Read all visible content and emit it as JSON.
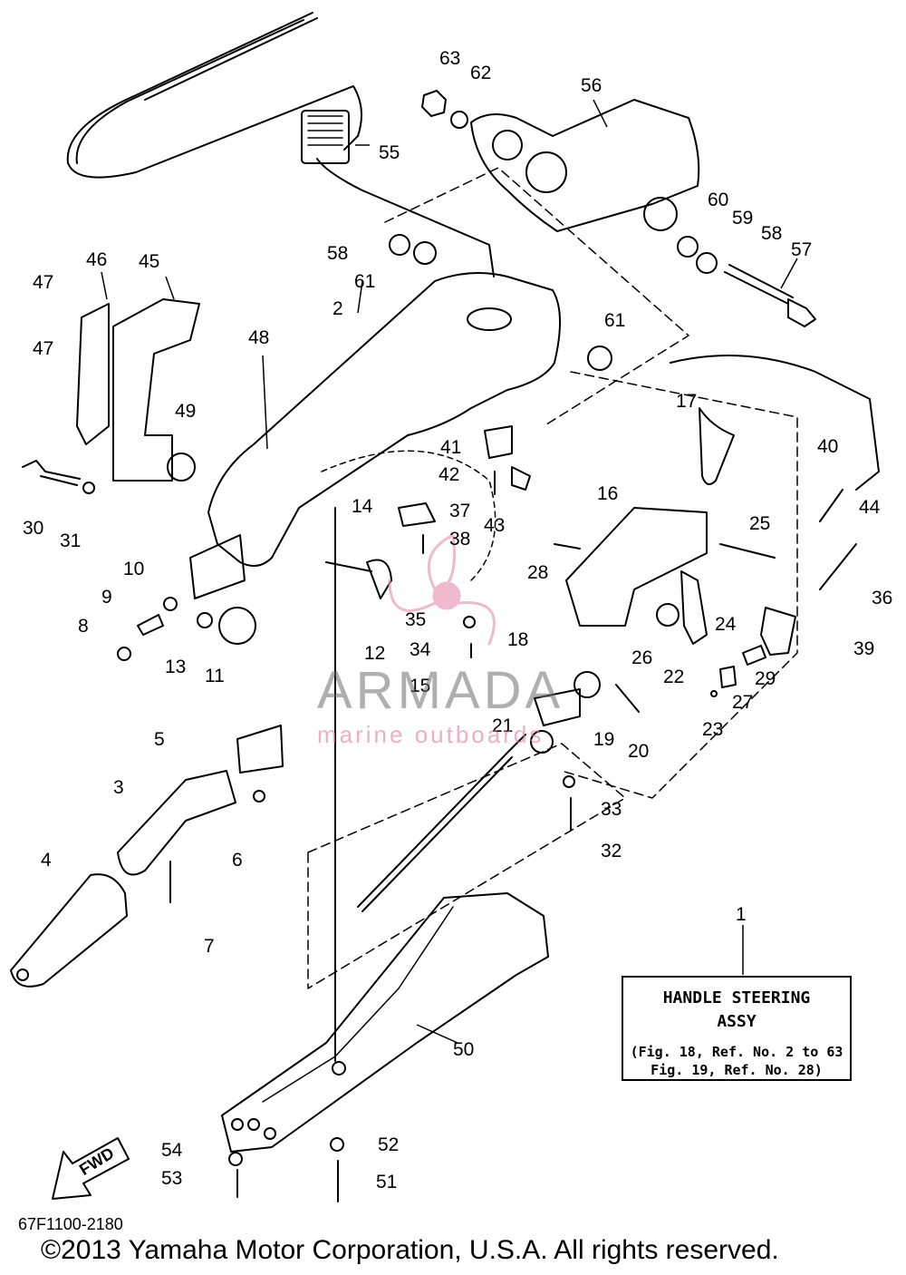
{
  "part_code": "67F1100-2180",
  "copyright": "©2013 Yamaha Motor Corporation, U.S.A. All rights reserved.",
  "watermark": {
    "brand": "ARMADA",
    "tagline": "marine outboards"
  },
  "direction_label": "FWD",
  "info_box": {
    "ref": "1",
    "title": "HANDLE STEERING\nASSY",
    "note": "(Fig. 18, Ref. No. 2 to 63\nFig. 19, Ref. No. 28)"
  },
  "callouts": [
    "1",
    "2",
    "3",
    "4",
    "5",
    "6",
    "7",
    "8",
    "9",
    "10",
    "11",
    "12",
    "13",
    "14",
    "15",
    "16",
    "17",
    "18",
    "19",
    "20",
    "21",
    "22",
    "23",
    "24",
    "25",
    "26",
    "27",
    "28",
    "29",
    "30",
    "31",
    "32",
    "33",
    "34",
    "35",
    "36",
    "37",
    "38",
    "39",
    "40",
    "41",
    "42",
    "43",
    "44",
    "45",
    "46",
    "47",
    "47",
    "48",
    "49",
    "50",
    "51",
    "52",
    "53",
    "54",
    "55",
    "56",
    "57",
    "58",
    "58",
    "59",
    "60",
    "61",
    "61",
    "62",
    "63"
  ]
}
